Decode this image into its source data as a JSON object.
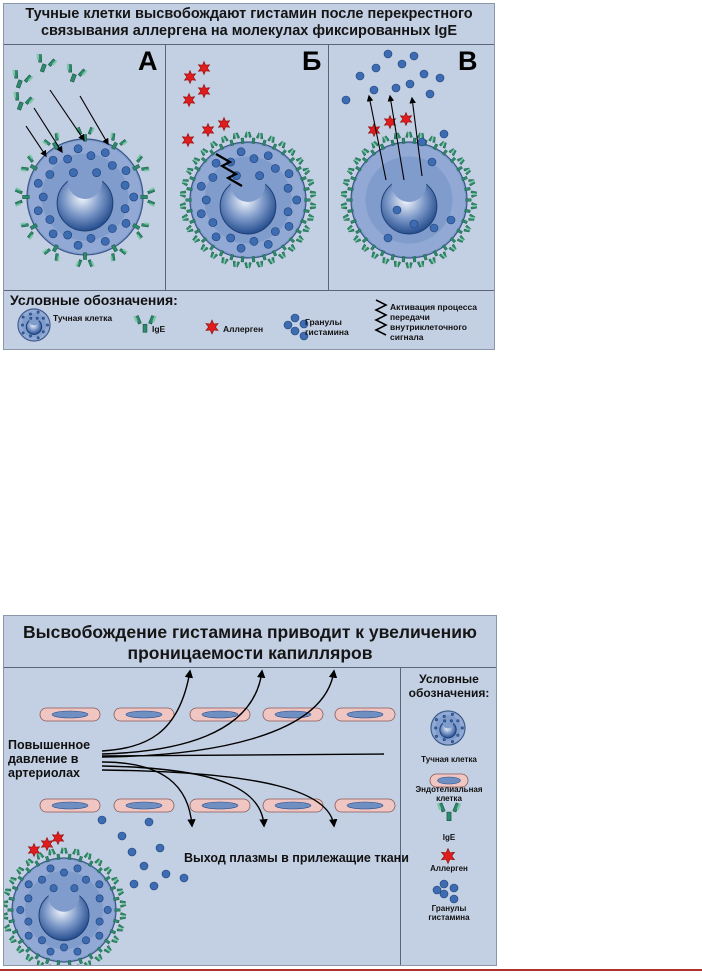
{
  "figure1": {
    "title_line1": "Тучные клетки высвобождают гистамин после перекрестного",
    "title_line2": "связывания аллергена на молекулах фиксированных IgE",
    "panels": [
      "А",
      "Б",
      "В"
    ],
    "legend_title": "Условные обозначения:",
    "legend": {
      "mast_cell": "Тучная клетка",
      "ige": "IgE",
      "allergen": "Аллерген",
      "granules": "Гранулы гистамина",
      "signal": "Активация процесса передачи внутриклеточного сигнала"
    }
  },
  "figure2": {
    "title_line1": "Высвобождение гистамина приводит к увеличению",
    "title_line2": "проницаемости капилляров",
    "pressure_label": "Повышенное давление в артериолах",
    "plasma_label": "Выход плазмы в прилежащие ткани",
    "legend_title": "Условные обозначения:",
    "legend": {
      "mast_cell": "Тучная клетка",
      "endothelial": "Эндотелиальная клетка",
      "ige": "IgE",
      "allergen": "Аллерген",
      "granules": "Гранулы гистамина"
    }
  },
  "colors": {
    "background": "#c3cfe2",
    "cell_body": "#7f9ccc",
    "nucleus": "#264e8f",
    "granule": "#3d6cb2",
    "ige": "#2b8a6b",
    "allergen": "#e01c1c",
    "endothelial": "#f0c6c3"
  }
}
